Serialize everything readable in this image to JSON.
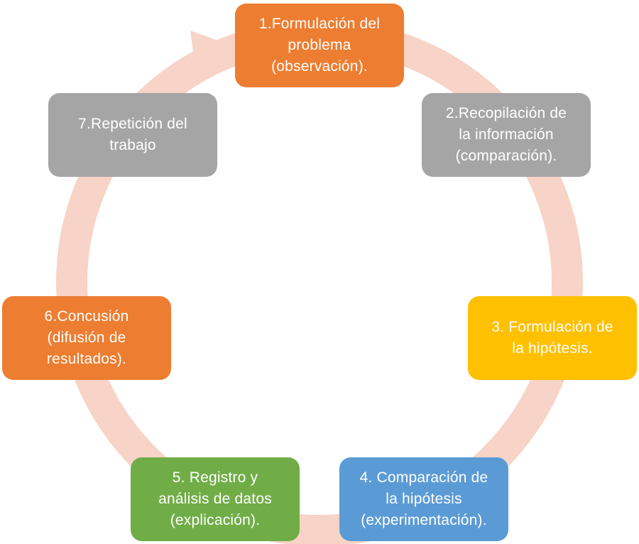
{
  "diagram": {
    "ring_color": "#F8D3C7",
    "steps": [
      {
        "label": "1.Formulación del\nproblema\n(observación).",
        "color": "#ED7D31"
      },
      {
        "label": "2.Recopilación de\nla información\n(comparación).",
        "color": "#A5A5A5"
      },
      {
        "label": "3. Formulación de\nla hipótesis.",
        "color": "#FFC000"
      },
      {
        "label": "4. Comparación de\nla hipótesis\n(experimentación).",
        "color": "#5B9BD5"
      },
      {
        "label": "5. Registro y\nanálisis de datos\n(explicación).",
        "color": "#70AD47"
      },
      {
        "label": "6.Concusión\n(difusión de\nresultados).",
        "color": "#ED7D31"
      },
      {
        "label": "7.Repetición del\ntrabajo",
        "color": "#A5A5A5"
      }
    ]
  }
}
